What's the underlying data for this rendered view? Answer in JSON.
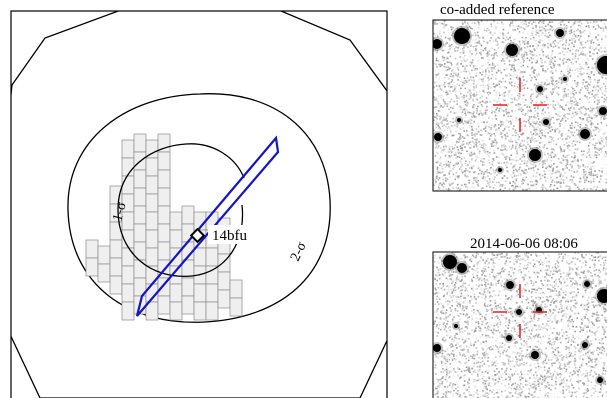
{
  "map_panel": {
    "contour_inner_label": "1-σ",
    "contour_outer_label": "2-σ",
    "transient_label": "14bfu",
    "colors": {
      "contours": "#000000",
      "field_footprint": "#1414c8",
      "tiles_stroke": "#8a8a8a",
      "tiles_fill": "#efefef"
    }
  },
  "cutouts": [
    {
      "title": "co-added reference"
    },
    {
      "title": "2014-06-06 08:06"
    }
  ],
  "colors": {
    "crosshair": "#e02020"
  }
}
